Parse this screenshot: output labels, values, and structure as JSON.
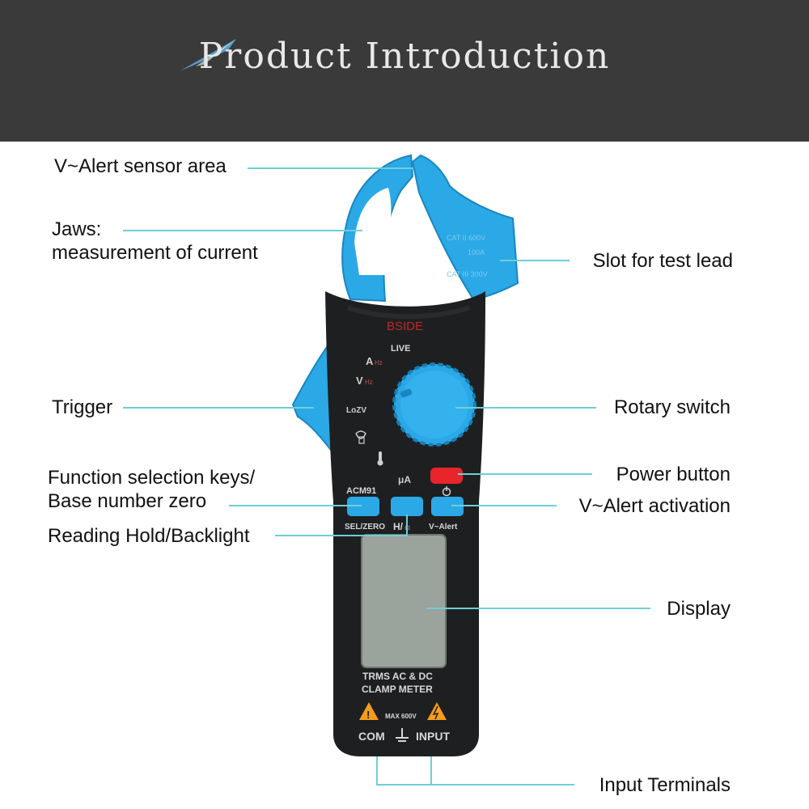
{
  "header": {
    "title": "Product Introduction"
  },
  "callouts": {
    "valert_sensor": "V~Alert sensor area",
    "jaws_line1": "Jaws:",
    "jaws_line2": "measurement of current",
    "slot": "Slot for test lead",
    "trigger": "Trigger",
    "rotary": "Rotary switch",
    "function_line1": "Function selection keys/",
    "function_line2": "Base number zero",
    "power": "Power button",
    "valert_activation": "V~Alert activation",
    "hold": "Reading Hold/Backlight",
    "display": "Display",
    "input_terminals": "Input Terminals"
  },
  "device": {
    "brand": "BSIDE",
    "model": "ACM91",
    "live": "LIVE",
    "dial_amp": "A",
    "dial_hz1": "Hz",
    "dial_volt": "V",
    "dial_hz2": "Hz",
    "dial_lozv": "LoZV",
    "dial_microamp": "μA",
    "sel_label": "SEL/ZERO",
    "hold_label": "H/☼",
    "valert_label": "V~Alert",
    "face_line1": "TRMS AC & DC",
    "face_line2": "CLAMP METER",
    "max_rating": "MAX 600V",
    "com": "COM",
    "input": "INPUT",
    "cat_line1": "CAT II 600V",
    "cat_line2": "100A",
    "cat_line3": "CAT III 300V"
  },
  "colors": {
    "accent": "#2ba8e6",
    "leader": "#6ecfd6",
    "body": "#1e1f21",
    "power": "#e8252b"
  }
}
